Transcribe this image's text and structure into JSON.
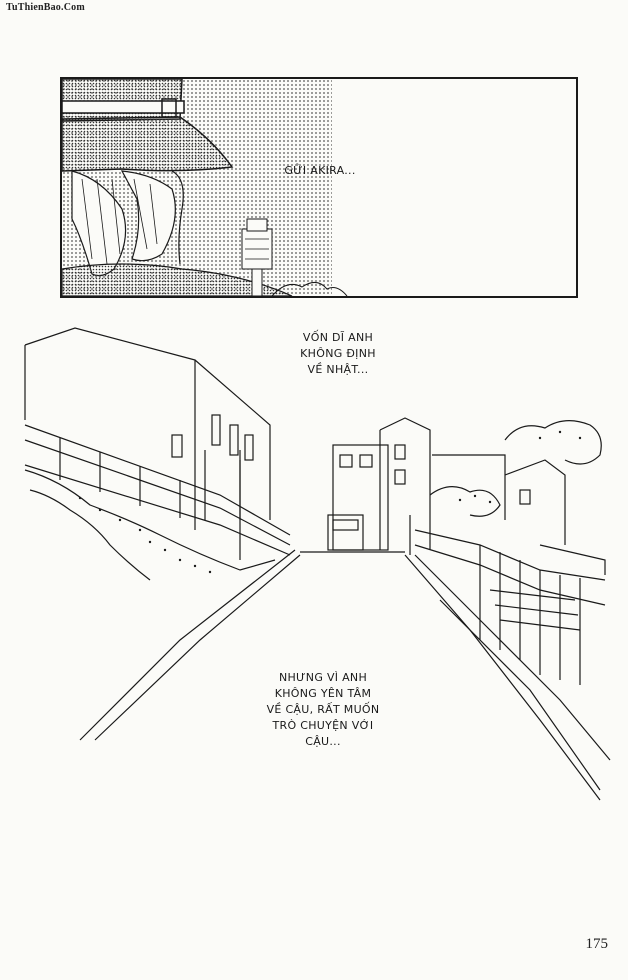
{
  "watermark": "TuThienBao.Com",
  "page_number": "175",
  "captions": {
    "top_panel": "GỬI AKIRA...",
    "middle_lines": [
      "VỐN DĨ ANH",
      "KHÔNG ĐỊNH",
      "VỀ NHẬT..."
    ],
    "bottom_lines": [
      "NHƯNG VÌ ANH",
      "KHÔNG YÊN TÂM",
      "VỀ CẬU, RẤT MUỐN",
      "TRÒ CHUYỆN VỚI",
      "CẬU..."
    ]
  },
  "colors": {
    "ink": "#1a1a1a",
    "paper": "#fbfbf8",
    "screentone": "#8a8a8a"
  }
}
